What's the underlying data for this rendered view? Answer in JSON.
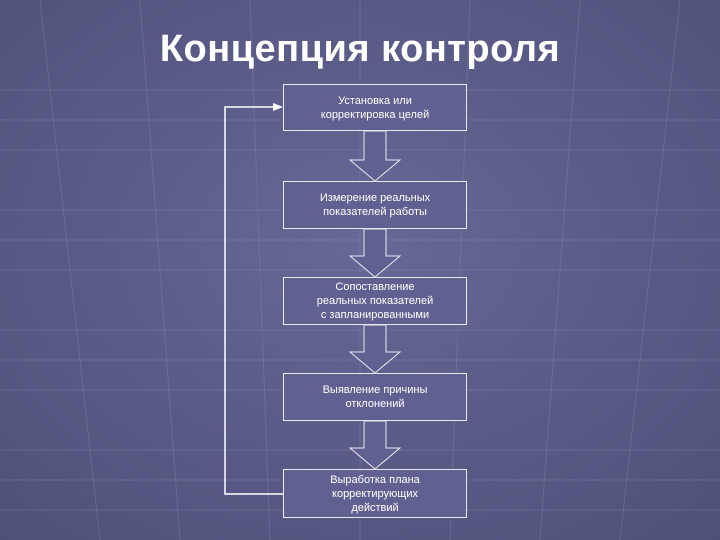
{
  "title": "Концепция контроля",
  "steps": [
    {
      "lines": [
        "Установка или",
        "корректировка целей"
      ]
    },
    {
      "lines": [
        "Измерение реальных",
        "показателей работы"
      ]
    },
    {
      "lines": [
        "Сопоставление",
        "реальных показателей",
        "с запланированными"
      ]
    },
    {
      "lines": [
        "Выявление причины",
        "отклонений"
      ]
    },
    {
      "lines": [
        "Выработка плана",
        "корректирующих",
        "действий"
      ]
    }
  ],
  "colors": {
    "background": "#585a86",
    "box_fill": "#616191",
    "box_border": "#e9e9f3",
    "text": "#ffffff"
  }
}
